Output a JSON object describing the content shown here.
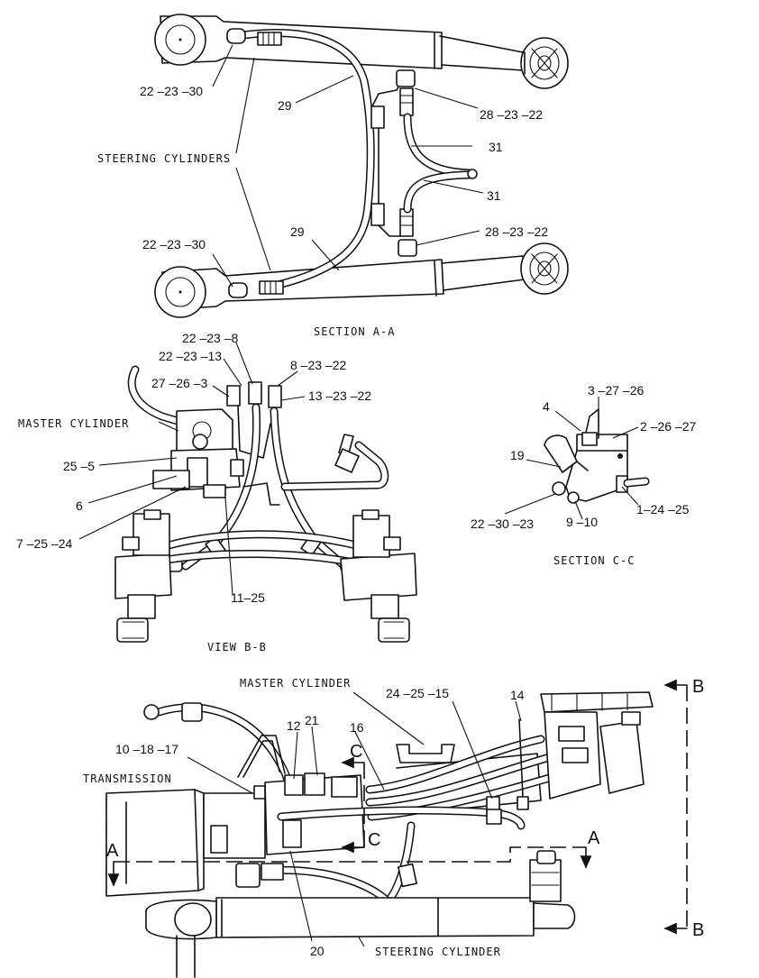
{
  "section_aa": {
    "caption": "SECTION A-A",
    "callouts": {
      "c_22_23_30_top": "22 –23 –30",
      "c_29_top": "29",
      "c_28_23_22_top": "28 –23 –22",
      "c_31_a": "31",
      "c_31_b": "31",
      "steering_cylinders": "STEERING CYLINDERS",
      "c_22_23_30_bottom": "22 –23 –30",
      "c_29_bottom": "29",
      "c_28_23_22_bottom": "28 –23 –22"
    }
  },
  "view_bb": {
    "caption": "VIEW B-B",
    "callouts": {
      "c_22_23_8": "22 –23 –8",
      "c_22_23_13": "22 –23 –13",
      "c_8_23_22": "8 –23 –22",
      "c_27_26_3": "27 –26 –3",
      "c_13_23_22": "13 –23 –22",
      "master_cylinder": "MASTER CYLINDER",
      "c_25_5": "25 –5",
      "c_6": "6",
      "c_7_25_24": "7 –25 –24",
      "c_11_25": "11–25"
    }
  },
  "section_cc": {
    "caption": "SECTION C-C",
    "callouts": {
      "c_3_27_26": "3 –27 –26",
      "c_4": "4",
      "c_2_26_27": "2 –26 –27",
      "c_19": "19",
      "c_1_24_25": "1–24 –25",
      "c_9_10": "9 –10",
      "c_22_30_23": "22 –30 –23"
    }
  },
  "side_view": {
    "callouts": {
      "master_cylinder": "MASTER CYLINDER",
      "c_24_25_15": "24 –25 –15",
      "c_14": "14",
      "c_12": "12",
      "c_21": "21",
      "c_16": "16",
      "c_10_18_17": "10 –18 –17",
      "transmission": "TRANSMISSION",
      "c_20": "20",
      "steering_cylinder": "STEERING CYLINDER"
    },
    "section_marks": {
      "b_top": "B",
      "b_bottom": "B",
      "a_left": "A",
      "a_right": "A",
      "c_top": "C",
      "c_bottom": "C"
    }
  }
}
